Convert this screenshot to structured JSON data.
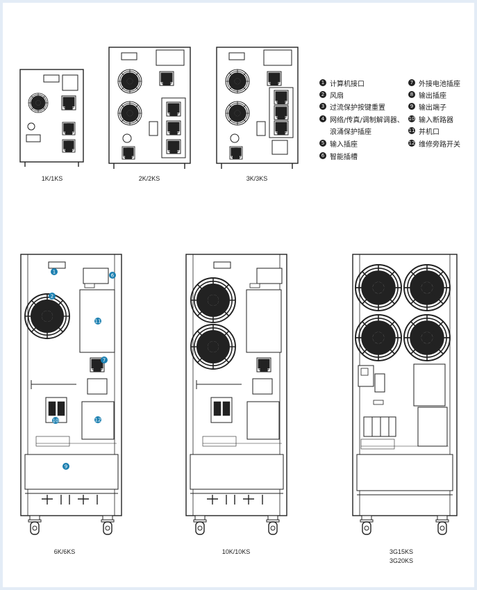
{
  "models": {
    "m1": "1K/1KS",
    "m2": "2K/2KS",
    "m3": "3K/3KS",
    "m6": "6K/6KS",
    "m10": "10K/10KS",
    "m15": "3G15KS",
    "m20": "3G20KS"
  },
  "legend": [
    {
      "num": "1",
      "label": "计算机接口"
    },
    {
      "num": "2",
      "label": "风扇"
    },
    {
      "num": "3",
      "label": "过流保护按键重置"
    },
    {
      "num": "4",
      "label": "网络/传真/调制解调器、"
    },
    {
      "num": "",
      "label": "浪涌保护插座"
    },
    {
      "num": "5",
      "label": "输入插座"
    },
    {
      "num": "6",
      "label": "智能插槽"
    },
    {
      "num": "7",
      "label": "外接电池插座"
    },
    {
      "num": "8",
      "label": "输出插座"
    },
    {
      "num": "9",
      "label": "输出端子"
    },
    {
      "num": "10",
      "label": "输入断路器"
    },
    {
      "num": "11",
      "label": "并机口"
    },
    {
      "num": "12",
      "label": "维修旁路开关"
    }
  ],
  "callouts": {
    "c1": "1",
    "c2": "2",
    "c6": "6",
    "c7": "7",
    "c9": "9",
    "c10": "10",
    "c11": "11",
    "c12": "12"
  },
  "colors": {
    "border": "#e3ecf6",
    "callout": "#1b7fb0",
    "line": "#222222"
  }
}
